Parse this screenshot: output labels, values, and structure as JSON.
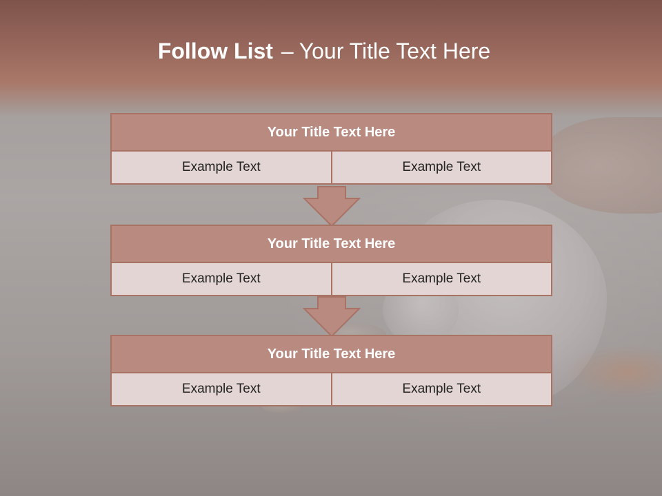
{
  "title": {
    "strong": "Follow List",
    "separator": "–",
    "rest": "Your Title Text Here"
  },
  "blocks": [
    {
      "title": "Your Title Text Here",
      "left": "Example Text",
      "right": "Example Text"
    },
    {
      "title": "Your Title Text Here",
      "left": "Example Text",
      "right": "Example Text"
    },
    {
      "title": "Your Title Text Here",
      "left": "Example Text",
      "right": "Example Text"
    }
  ],
  "colors": {
    "accent": "#b98b80",
    "border": "#a87265",
    "cell": "#e3d5d3",
    "header": "#94645a"
  }
}
